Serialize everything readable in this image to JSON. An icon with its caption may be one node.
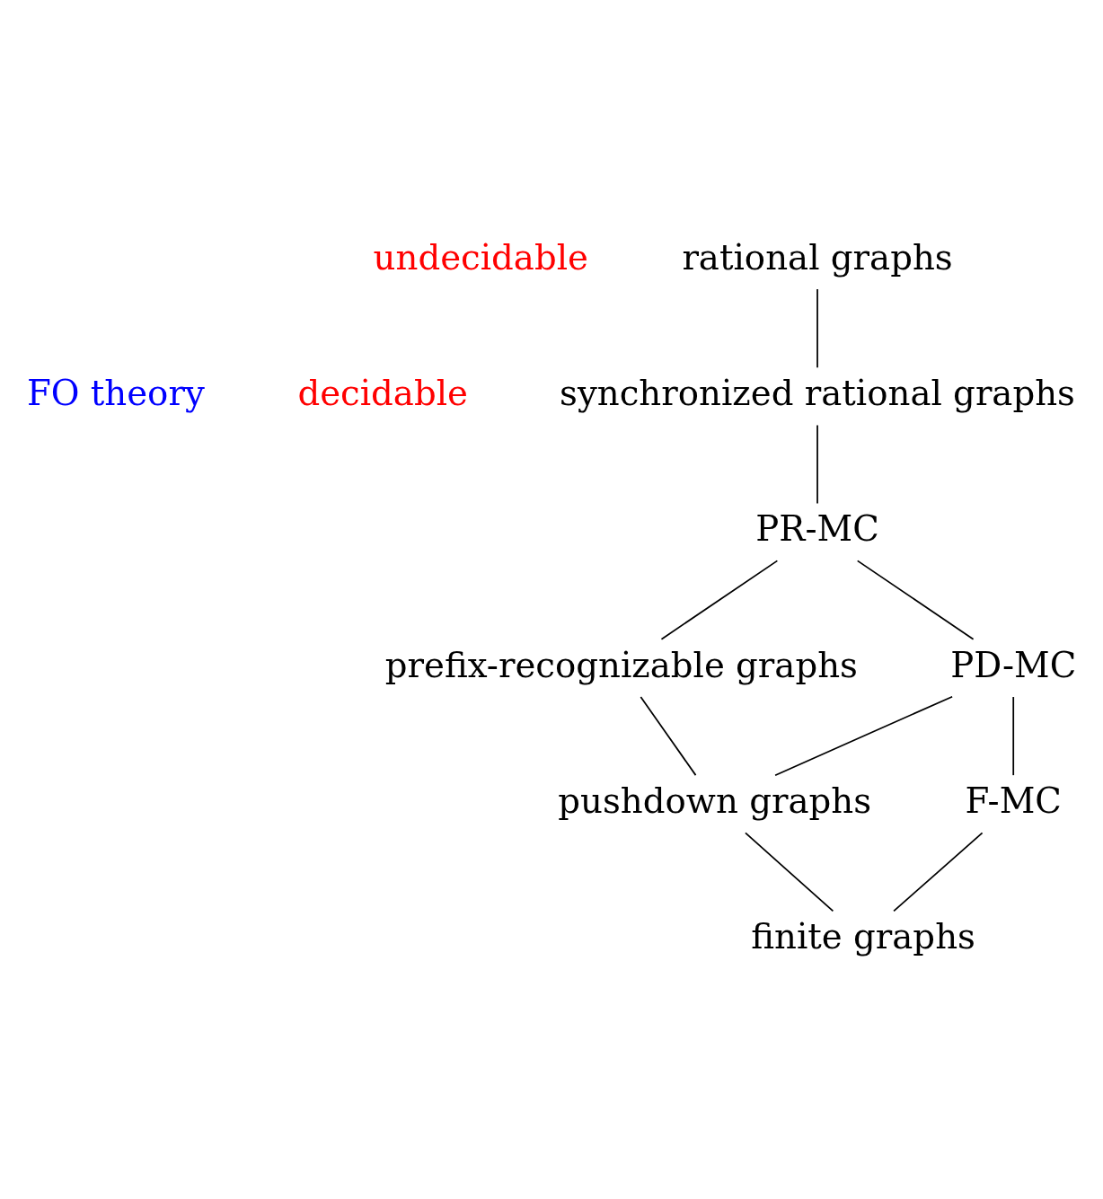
{
  "diagram": {
    "nodes": [
      {
        "text": [
          "rational graphs"
        ]
      },
      {
        "text": [
          "synchronized rational graphs"
        ]
      },
      {
        "text": [
          "PR-MC"
        ]
      },
      {
        "text": [
          "prefix-recognizable graphs"
        ]
      },
      {
        "text": [
          "PD-MC"
        ]
      },
      {
        "text": [
          "pushdown graphs"
        ]
      },
      {
        "text": [
          "F-MC"
        ]
      },
      {
        "text": [
          "finite graphs"
        ]
      }
    ],
    "edges": [
      {
        "from": 0,
        "to": 1,
        "arrow": "none"
      },
      {
        "from": 1,
        "to": 2,
        "arrow": "none"
      },
      {
        "from": 2,
        "to": 3,
        "arrow": "none"
      },
      {
        "from": 2,
        "to": 4,
        "arrow": "none"
      },
      {
        "from": 3,
        "to": 5,
        "arrow": "none"
      },
      {
        "from": 4,
        "to": 5,
        "arrow": "none"
      },
      {
        "from": 4,
        "to": 6,
        "arrow": "none"
      },
      {
        "from": 5,
        "to": 7,
        "arrow": "none"
      },
      {
        "from": 6,
        "to": 7,
        "arrow": "none"
      }
    ],
    "labels": [
      "FO theory",
      "undecidable",
      "decidable"
    ]
  }
}
